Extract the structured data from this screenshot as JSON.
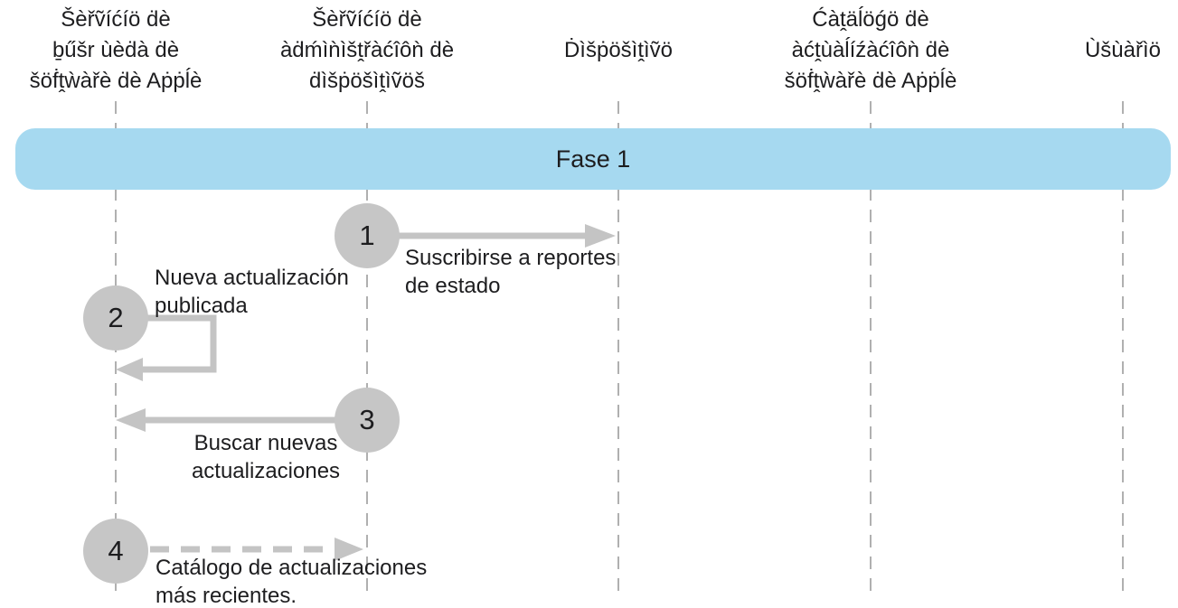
{
  "diagram_type": "sequence-diagram",
  "actors": [
    {
      "id": "software-lookup-service",
      "lines": [
        "Šèřṽíćíö ḋè",
        "ḇűšr ùèḋà ḋè",
        "šöḟṱẁàřè ḋè Aṗṗĺè"
      ]
    },
    {
      "id": "mdm-service",
      "lines": [
        "Šèřṽíćíö ḋè",
        "àḋḿìǹìšṱřàćîôǹ ḋè",
        "ḋìšṗöšìṱìṽöš"
      ]
    },
    {
      "id": "device",
      "lines": [
        "Ḋìšṗöšìṱìṽö"
      ]
    },
    {
      "id": "software-update-catalog",
      "lines": [
        "Ćàṱäĺöǵö ḋè",
        "àćṱùàĺíźàćîôǹ ḋè",
        "šöḟṱẁàřè ḋè Aṗṗĺè"
      ]
    },
    {
      "id": "user",
      "lines": [
        "Ùšùàřìö"
      ]
    }
  ],
  "phase": {
    "label": "Fase 1"
  },
  "steps": [
    {
      "number": "1",
      "arrow": "solid-right",
      "from": "mdm-service",
      "to": "device",
      "label_lines": [
        "Suscribirse a reportes",
        "de estado"
      ]
    },
    {
      "number": "2",
      "arrow": "self-loop",
      "from": "software-lookup-service",
      "to": "software-lookup-service",
      "label_lines": [
        "Nueva actualización",
        "publicada"
      ]
    },
    {
      "number": "3",
      "arrow": "solid-left",
      "from": "mdm-service",
      "to": "software-lookup-service",
      "label_lines": [
        "Buscar nuevas",
        "actualizaciones"
      ]
    },
    {
      "number": "4",
      "arrow": "dashed-right",
      "from": "software-lookup-service",
      "to": "mdm-service",
      "label_lines": [
        "Catálogo de actualizaciones",
        "más recientes."
      ]
    }
  ],
  "colors": {
    "banner_bg": "#A6D9F0",
    "step_circle": "#C6C6C6",
    "arrow": "#C4C4C4",
    "lifeline": "#B0B0B0",
    "text": "#1D1D1F",
    "background": "#FFFFFF"
  }
}
